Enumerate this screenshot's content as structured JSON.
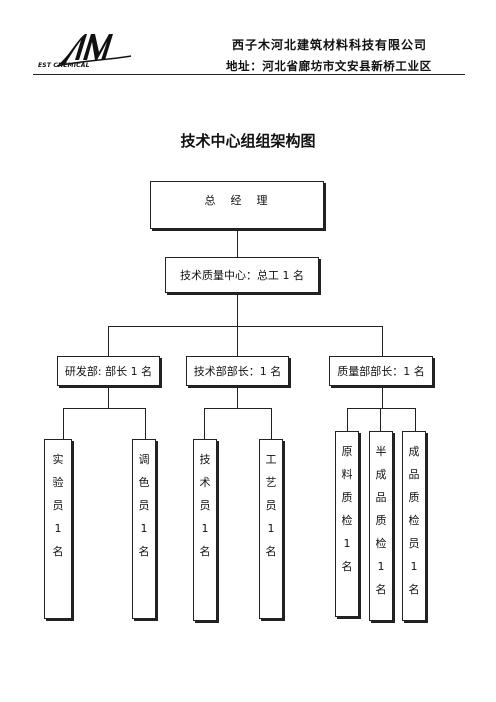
{
  "header": {
    "logo_text": "EST CHEMICAL",
    "company": "西子木河北建筑材料科技有限公司",
    "address": "地址：河北省廊坊市文安县新桥工业区"
  },
  "title": "技术中心组组架构图",
  "org": {
    "general_manager": "总　经　理",
    "tech_quality_center": "技术质量中心：总工 1 名",
    "departments": {
      "rnd": "研发部: 部长 1 名",
      "tech": "技术部部长：1 名",
      "quality": "质量部部长：1 名"
    },
    "staff": {
      "experimenter": [
        "实",
        "验",
        "员",
        "1",
        "名"
      ],
      "colorist": [
        "调",
        "色",
        "员",
        "1",
        "名"
      ],
      "technician": [
        "技",
        "术",
        "员",
        "1",
        "名"
      ],
      "process_engineer": [
        "工",
        "艺",
        "员",
        "1",
        "名"
      ],
      "raw_material_inspector": [
        "原",
        "料",
        "质",
        "检",
        "1",
        "名"
      ],
      "semi_product_inspector": [
        "半",
        "成",
        "品",
        "质",
        "检",
        "1",
        "名"
      ],
      "finished_product_inspector": [
        "成",
        "品",
        "质",
        "检",
        "员",
        "1",
        "名"
      ]
    }
  }
}
